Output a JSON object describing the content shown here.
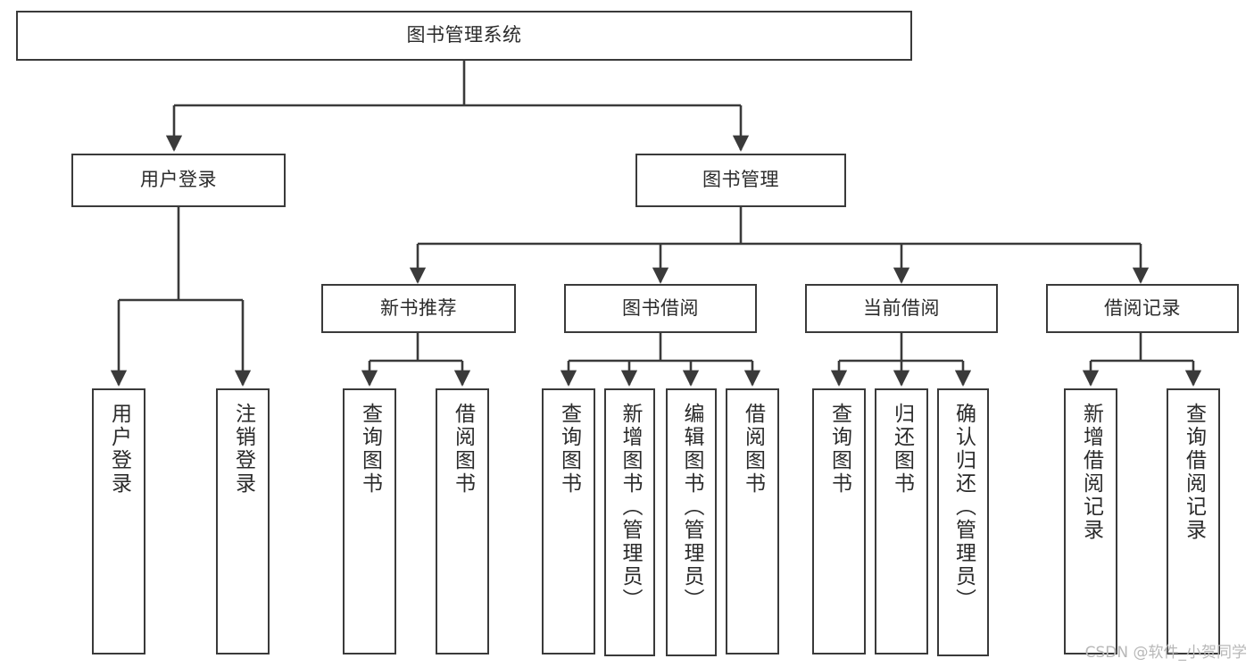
{
  "diagram": {
    "type": "tree",
    "title": "图书管理系统",
    "watermark": "CSDN @软件_小贺同学",
    "levels": {
      "root": "图书管理系统",
      "level2": [
        "用户登录",
        "图书管理"
      ],
      "level3": [
        "新书推荐",
        "图书借阅",
        "当前借阅",
        "借阅记录"
      ]
    },
    "nodes": {
      "root": {
        "label": "图书管理系统"
      },
      "user_login": {
        "label": "用户登录"
      },
      "book_manage": {
        "label": "图书管理"
      },
      "new_book_rec": {
        "label": "新书推荐"
      },
      "book_borrow": {
        "label": "图书借阅"
      },
      "current_borrow": {
        "label": "当前借阅"
      },
      "borrow_record": {
        "label": "借阅记录"
      },
      "leaf_user_login": {
        "label": "用户登录"
      },
      "leaf_logout": {
        "label": "注销登录"
      },
      "leaf_query_book_1": {
        "label": "查询图书"
      },
      "leaf_borrow_book_1": {
        "label": "借阅图书"
      },
      "leaf_query_book_2": {
        "label": "查询图书"
      },
      "leaf_add_book": {
        "label": "新增图书（管理员）"
      },
      "leaf_edit_book": {
        "label": "编辑图书（管理员）"
      },
      "leaf_borrow_book_2": {
        "label": "借阅图书"
      },
      "leaf_query_book_3": {
        "label": "查询图书"
      },
      "leaf_return_book": {
        "label": "归还图书"
      },
      "leaf_confirm_return": {
        "label": "确认归还（管理员）"
      },
      "leaf_add_record": {
        "label": "新增借阅记录"
      },
      "leaf_query_record": {
        "label": "查询借阅记录"
      }
    },
    "colors": {
      "line": "#3a3a3a",
      "box_border": "#3a3a3a",
      "box_fill": "#ffffff",
      "text": "#2b2b2b",
      "watermark": "#b8b8b8",
      "background": "#ffffff"
    }
  }
}
